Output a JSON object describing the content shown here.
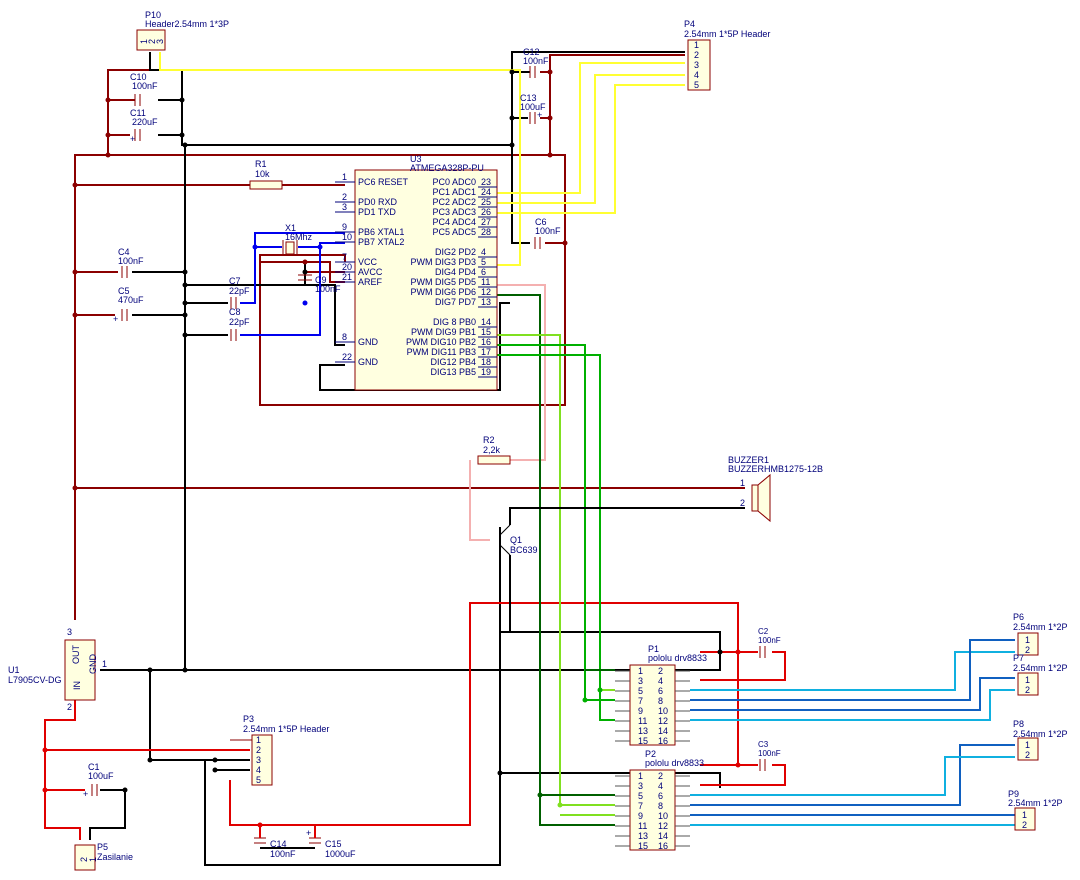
{
  "components": {
    "p10": {
      "ref": "P10",
      "value": "Header2.54mm 1*3P",
      "pins": [
        "1",
        "2",
        "3"
      ]
    },
    "p4": {
      "ref": "P4",
      "value": "2.54mm 1*5P Header",
      "pins": [
        "1",
        "2",
        "3",
        "4",
        "5"
      ]
    },
    "c10": {
      "ref": "C10",
      "value": "100nF"
    },
    "c11": {
      "ref": "C11",
      "value": "220uF"
    },
    "c12": {
      "ref": "C12",
      "value": "100nF"
    },
    "c13": {
      "ref": "C13",
      "value": "100uF"
    },
    "r1": {
      "ref": "R1",
      "value": "10k"
    },
    "u3": {
      "ref": "U3",
      "value": "ATMEGA328P-PU",
      "left_pins": [
        {
          "num": "1",
          "name": "PC6 RESET"
        },
        {
          "num": "2",
          "name": "PD0 RXD"
        },
        {
          "num": "3",
          "name": "PD1 TXD"
        },
        {
          "num": "9",
          "name": "PB6 XTAL1"
        },
        {
          "num": "10",
          "name": "PB7 XTAL2"
        },
        {
          "num": "7",
          "name": "VCC"
        },
        {
          "num": "20",
          "name": "AVCC"
        },
        {
          "num": "21",
          "name": "AREF"
        },
        {
          "num": "8",
          "name": "GND"
        },
        {
          "num": "22",
          "name": "GND"
        }
      ],
      "right_pins": [
        {
          "num": "23",
          "name": "PC0 ADC0"
        },
        {
          "num": "24",
          "name": "PC1 ADC1"
        },
        {
          "num": "25",
          "name": "PC2 ADC2"
        },
        {
          "num": "26",
          "name": "PC3 ADC3"
        },
        {
          "num": "27",
          "name": "PC4 ADC4"
        },
        {
          "num": "28",
          "name": "PC5 ADC5"
        },
        {
          "num": "4",
          "name": "DIG2 PD2"
        },
        {
          "num": "5",
          "name": "PWM DIG3 PD3"
        },
        {
          "num": "6",
          "name": "DIG4 PD4"
        },
        {
          "num": "11",
          "name": "PWM DIG5 PD5"
        },
        {
          "num": "12",
          "name": "PWM DIG6 PD6"
        },
        {
          "num": "13",
          "name": "DIG7 PD7"
        },
        {
          "num": "14",
          "name": "DIG 8 PB0"
        },
        {
          "num": "15",
          "name": "PWM DIG9 PB1"
        },
        {
          "num": "16",
          "name": "PWM DIG10 PB2"
        },
        {
          "num": "17",
          "name": "PWM DIG11 PB3"
        },
        {
          "num": "18",
          "name": "DIG12 PB4"
        },
        {
          "num": "19",
          "name": "DIG13 PB5"
        }
      ]
    },
    "x1": {
      "ref": "X1",
      "value": "16Mhz"
    },
    "c6": {
      "ref": "C6",
      "value": "100nF"
    },
    "c4": {
      "ref": "C4",
      "value": "100nF"
    },
    "c5": {
      "ref": "C5",
      "value": "470uF"
    },
    "c7": {
      "ref": "C7",
      "value": "22pF"
    },
    "c8": {
      "ref": "C8",
      "value": "22pF"
    },
    "c9": {
      "ref": "C9",
      "value": "100nF"
    },
    "r2": {
      "ref": "R2",
      "value": "2,2k"
    },
    "q1": {
      "ref": "Q1",
      "value": "BC639"
    },
    "buzzer1": {
      "ref": "BUZZER1",
      "value": "BUZZERHMB1275-12B",
      "pins": [
        "1",
        "2"
      ]
    },
    "u1": {
      "ref": "U1",
      "value": "L7905CV-DG",
      "pin_out": "OUT",
      "pin_gnd": "GND",
      "pin_in": "IN",
      "pins": [
        "3",
        "1",
        "2"
      ]
    },
    "p1": {
      "ref": "P1",
      "value": "pololu drv8833"
    },
    "p2": {
      "ref": "P2",
      "value": "pololu drv8833"
    },
    "c2": {
      "ref": "C2",
      "value": "100nF"
    },
    "c3": {
      "ref": "C3",
      "value": "100nF"
    },
    "p6": {
      "ref": "P6",
      "value": "2.54mm 1*2P",
      "pins": [
        "1",
        "2"
      ]
    },
    "p7": {
      "ref": "P7",
      "value": "2.54mm 1*2P",
      "pins": [
        "1",
        "2"
      ]
    },
    "p8": {
      "ref": "P8",
      "value": "2.54mm 1*2P",
      "pins": [
        "1",
        "2"
      ]
    },
    "p9": {
      "ref": "P9",
      "value": "2.54mm 1*2P",
      "pins": [
        "1",
        "2"
      ]
    },
    "p3": {
      "ref": "P3",
      "value": "2.54mm 1*5P Header",
      "pins": [
        "1",
        "2",
        "3",
        "4",
        "5"
      ]
    },
    "c1": {
      "ref": "C1",
      "value": "100uF"
    },
    "c14": {
      "ref": "C14",
      "value": "100nF"
    },
    "c15": {
      "ref": "C15",
      "value": "1000uF"
    },
    "p5": {
      "ref": "P5",
      "value": "Zasilanie",
      "pins": [
        "2",
        "1"
      ]
    }
  },
  "header_pin_numbers": [
    "1",
    "2",
    "3",
    "4",
    "5",
    "6",
    "7",
    "8",
    "9",
    "10",
    "11",
    "12",
    "13",
    "14",
    "15",
    "16"
  ],
  "wire_colors": {
    "black": "#000000",
    "red": "#e00000",
    "darkred": "#8b0000",
    "blue": "#0000ee",
    "yellow": "#ffff33",
    "green": "#00b000",
    "darkgreen": "#006000",
    "lightgreen": "#80e020",
    "pink": "#f4b0b0",
    "cyan": "#10b0e0",
    "steelblue": "#1060c0"
  },
  "body_color": "#ffffe0",
  "symbol_color": "#8b0000",
  "text_color": "#00007a"
}
